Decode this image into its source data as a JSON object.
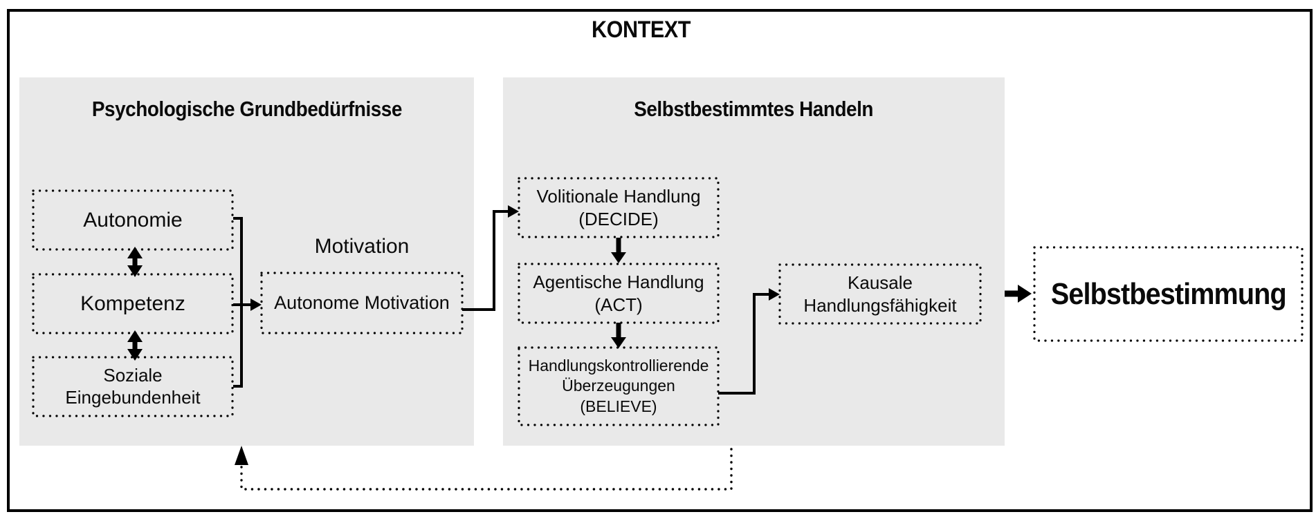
{
  "colors": {
    "background": "#ffffff",
    "panel_bg": "#e9e9e9",
    "ink": "#000000"
  },
  "context_label": "KONTEXT",
  "left_panel": {
    "title": "Psychologische Grundbedürfnisse",
    "needs": {
      "autonomie": "Autonomie",
      "kompetenz": "Kompetenz",
      "soziale_line1": "Soziale",
      "soziale_line2": "Eingebundenheit"
    }
  },
  "motivation": {
    "label": "Motivation",
    "box": "Autonome Motivation"
  },
  "right_panel": {
    "title": "Selbstbestimmtes Handeln",
    "decide": {
      "line1": "Volitionale Handlung",
      "line2": "(DECIDE)"
    },
    "act": {
      "line1": "Agentische Handlung",
      "line2": "(ACT)"
    },
    "believe": {
      "line1": "Handlungskontrollierende",
      "line2": "Überzeugungen",
      "line3": "(BELIEVE)"
    }
  },
  "kausale": {
    "line1": "Kausale",
    "line2": "Handlungsfähigkeit"
  },
  "selbstbestimmung": "Selbstbestimmung"
}
